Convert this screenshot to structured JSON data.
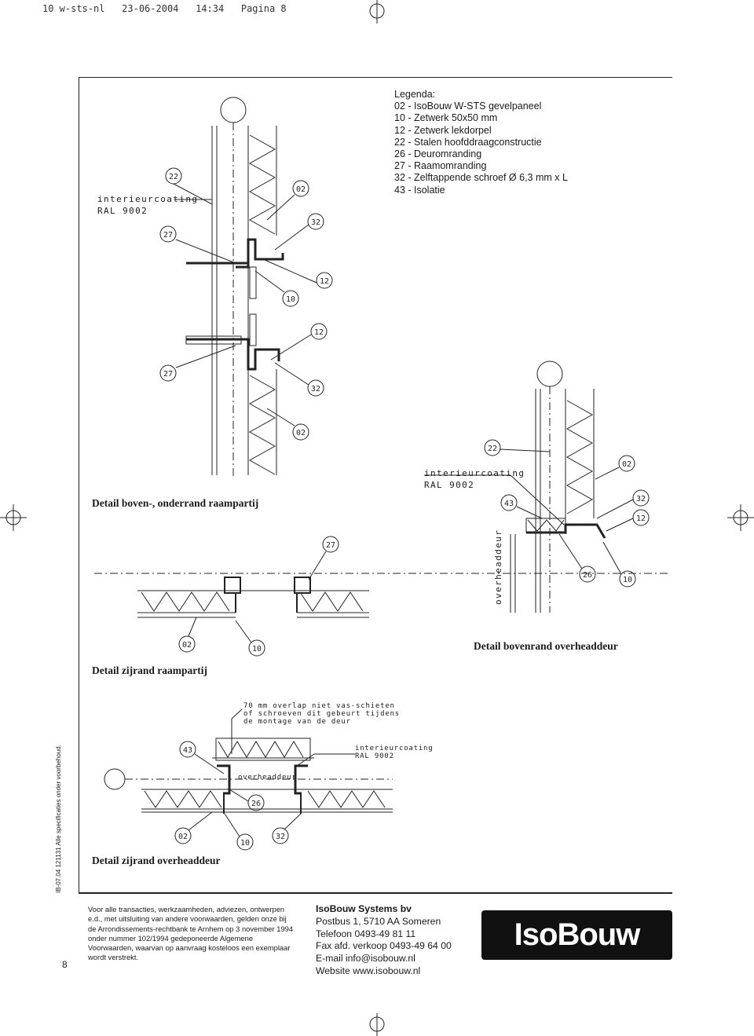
{
  "header": {
    "line": "10 w-sts-nl   23-06-2004   14:34   Pagina 8"
  },
  "legend": {
    "title": "Legenda:",
    "items": [
      "02 - IsoBouw W-STS gevelpaneel",
      "10 - Zetwerk 50x50 mm",
      "12 - Zetwerk lekdorpel",
      "22 - Stalen hoofddraagconstructie",
      "26 - Deuromranding",
      "27 - Raamomranding",
      "32 - Zelftappende schroef Ø 6,3 mm x L",
      "43 - Isolatie"
    ]
  },
  "drawings": {
    "top": {
      "coating_line1": "interieurcoating",
      "coating_line2": "RAL 9002",
      "markers": [
        "22",
        "02",
        "32",
        "27",
        "12",
        "10",
        "12",
        "27",
        "32",
        "02"
      ]
    },
    "caption_top": "Detail boven-, onderrand raampartij",
    "right": {
      "coating_line1": "interieurcoating",
      "coating_line2": "RAL 9002",
      "door_label": "overheaddeur",
      "markers": [
        "22",
        "02",
        "43",
        "32",
        "12",
        "26",
        "10"
      ]
    },
    "caption_right": "Detail bovenrand overheaddeur",
    "middle": {
      "markers": [
        "27",
        "02",
        "10"
      ]
    },
    "caption_middle": "Detail zijrand raampartij",
    "bottom": {
      "note_lines": [
        "70 mm overlap niet vas-schieten",
        "of schroeven dit gebeurt tijdens",
        "de montage van de deur"
      ],
      "coating_line1": "interieurcoating",
      "coating_line2": "RAL 9002",
      "door_label": "overheaddeur",
      "markers": [
        "43",
        "26",
        "02",
        "10",
        "32"
      ]
    },
    "caption_bottom": "Detail zijrand overheaddeur"
  },
  "side_text": "IB-07.04  121131  Alle specificaties onder voorbehoud.",
  "page_number": "8",
  "footer": {
    "disclaimer": "Voor alle transacties, werkzaamheden, adviezen, ontwerpen e.d., met uitsluiting van andere voorwaarden, gelden onze bij de Arrondissements-rechtbank te Arnhem op 3 november 1994 onder nummer 102/1994 gedeponeerde Algemene Voorwaarden, waarvan op aanvraag kosteloos een exemplaar wordt verstrekt.",
    "company": "IsoBouw Systems bv",
    "address": "Postbus 1, 5710 AA  Someren",
    "phone": "Telefoon 0493-49 81 11",
    "fax": "Fax afd. verkoop 0493-49 64 00",
    "email": "E-mail info@isobouw.nl",
    "website": "Website www.isobouw.nl",
    "logo_text": "IsoBouw"
  }
}
